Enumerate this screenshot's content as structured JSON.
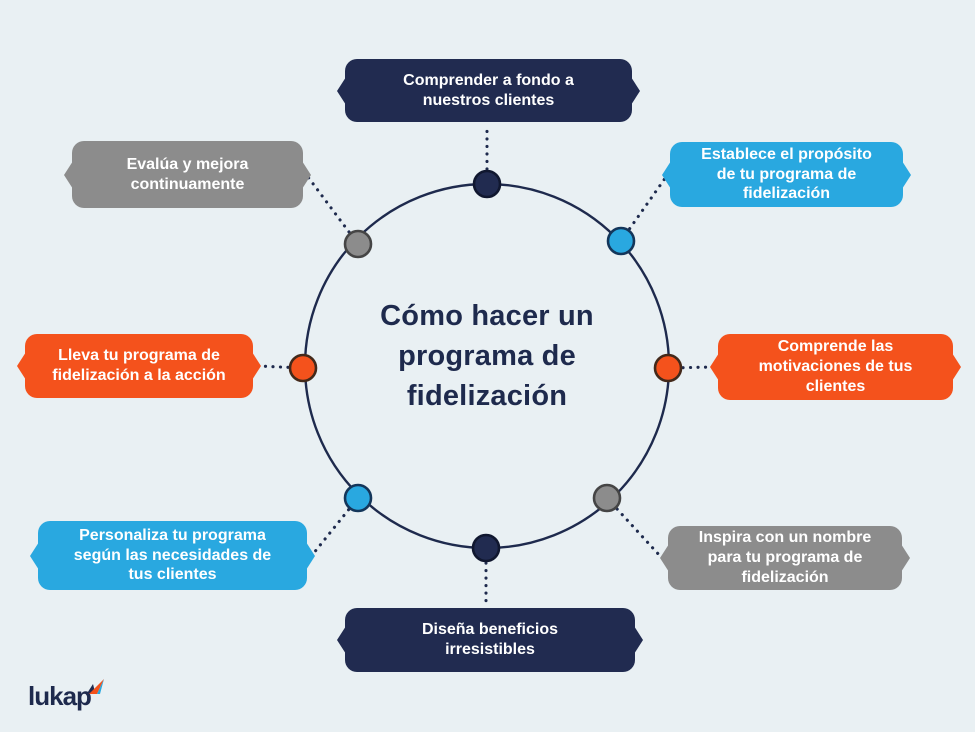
{
  "title": {
    "text": "Cómo hacer un\nprograma de\nfidelización"
  },
  "steps": [
    {
      "position": "top",
      "color_name": "navy",
      "color": "#212B50",
      "label": "Comprender a fondo a\nnuestros clientes"
    },
    {
      "position": "top-right",
      "color_name": "blue",
      "color": "#29A8E0",
      "label": "Establece el propósito\nde tu programa de\nfidelización"
    },
    {
      "position": "right",
      "color_name": "orange",
      "color": "#F4521C",
      "label": "Comprende las\nmotivaciones de tus\nclientes"
    },
    {
      "position": "bottom-right",
      "color_name": "gray",
      "color": "#8C8C8C",
      "label": "Inspira con un nombre\npara tu programa de\nfidelización"
    },
    {
      "position": "bottom",
      "color_name": "navy",
      "color": "#212B50",
      "label": "Diseña beneficios\nirresistibles"
    },
    {
      "position": "bottom-left",
      "color_name": "blue",
      "color": "#29A8E0",
      "label": "Personaliza tu programa\nsegún las necesidades de\ntus clientes"
    },
    {
      "position": "left",
      "color_name": "orange",
      "color": "#F4521C",
      "label": "Lleva tu programa de\nfidelización a la acción"
    },
    {
      "position": "top-left",
      "color_name": "gray",
      "color": "#8C8C8C",
      "label": "Evalúa y mejora\ncontinuamente"
    }
  ],
  "logo": {
    "text": "lukap"
  },
  "colors": {
    "background": "#E9F0F3",
    "navy": "#212B50",
    "blue": "#29A8E0",
    "orange": "#F4521C",
    "gray": "#8C8C8C",
    "title_text": "#1E2A4D",
    "box_text": "#FFFFFF",
    "connector": "#1E2A4D"
  }
}
